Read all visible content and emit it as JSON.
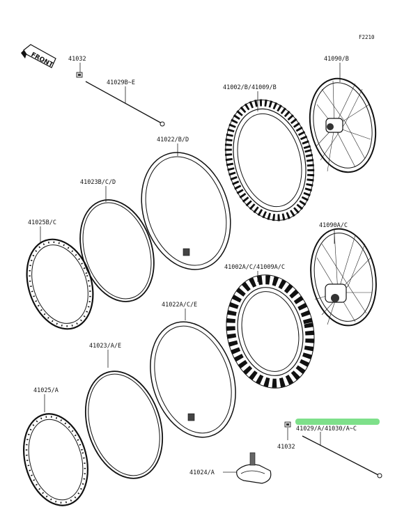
{
  "figure_code": "F2210",
  "front_label": "FRONT",
  "highlight_color": "#7ee08a",
  "labels": {
    "l41032_top": "41032",
    "l41029B": "41029B~E",
    "l41090B": "41090/B",
    "l41002B": "41002/B/41009/B",
    "l41022B": "41022/B/D",
    "l41023B": "41023B/C/D",
    "l41025B": "41025B/C",
    "l41090A": "41090A/C",
    "l41002A": "41002A/C/41009A/C",
    "l41022A": "41022A/C/E",
    "l41023A": "41023/A/E",
    "l41025A": "41025/A",
    "l41029A": "41029/A/41030/A~C",
    "l41032_bot": "41032",
    "l41024A": "41024/A"
  }
}
